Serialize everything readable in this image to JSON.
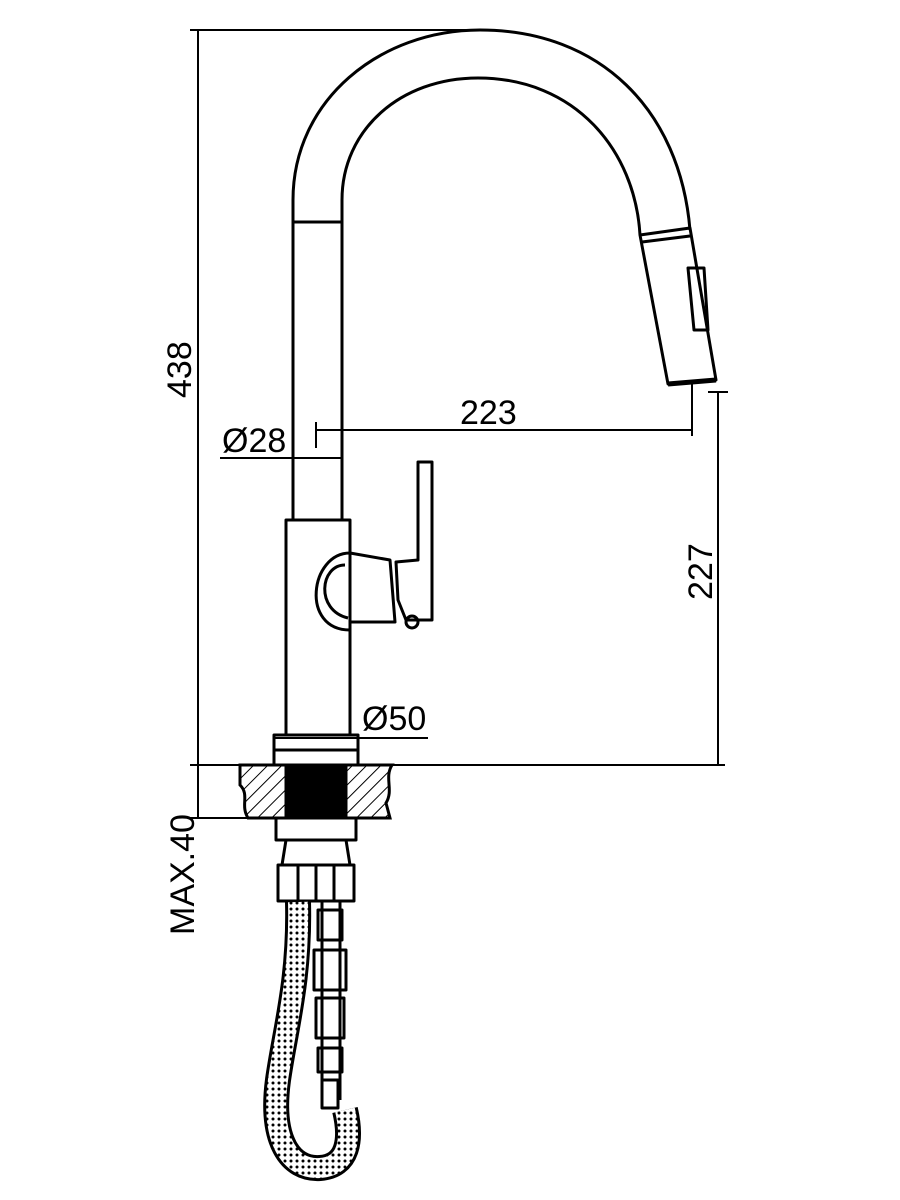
{
  "drawing": {
    "line_color": "#000000",
    "background": "#ffffff",
    "dimensions": {
      "total_height": "438",
      "spout_reach": "223",
      "spout_diameter": "Ø28",
      "spout_height": "227",
      "base_diameter": "Ø50",
      "max_counter_thickness": "MAX.40"
    }
  }
}
